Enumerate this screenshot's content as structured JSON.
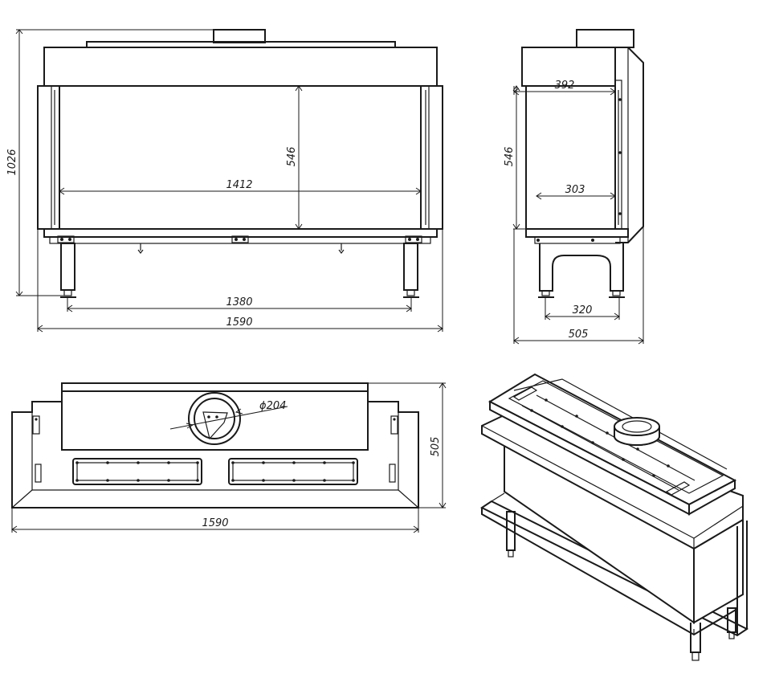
{
  "dimensions": {
    "front": {
      "overall_height": "1026",
      "glass_height": "546",
      "glass_width": "1412",
      "leg_spacing": "1380",
      "overall_width": "1590"
    },
    "side": {
      "top_depth": "392",
      "glass_height": "546",
      "glass_depth": "303",
      "leg_spacing": "320",
      "overall_depth": "505"
    },
    "top": {
      "flue_diameter": "ϕ204",
      "depth": "505",
      "width": "1590"
    }
  },
  "colors": {
    "line": "#1a1a1a",
    "background": "#ffffff"
  }
}
